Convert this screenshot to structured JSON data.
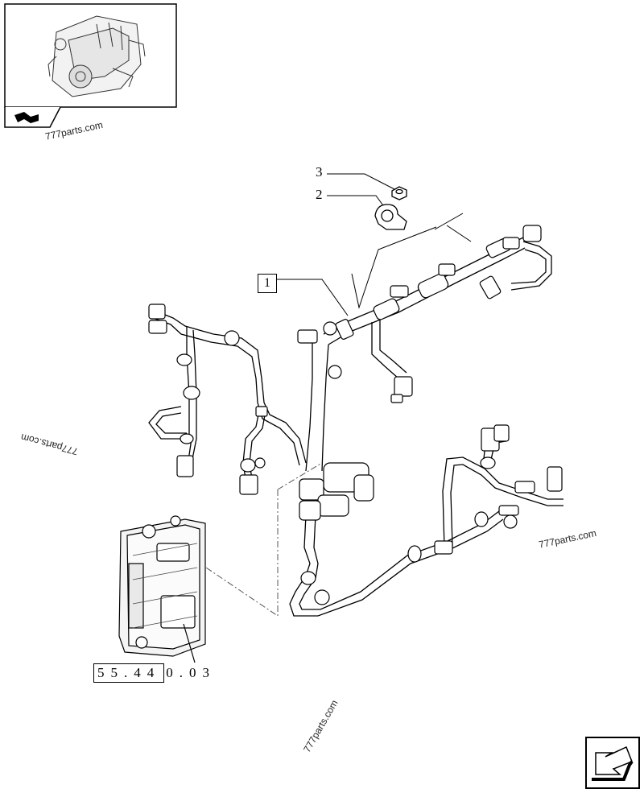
{
  "callouts": {
    "item1": "1",
    "item2": "2",
    "item3": "3"
  },
  "reference": {
    "boxed": "55.44",
    "rest": "0.03"
  },
  "watermarks": [
    "777parts.com",
    "777parts.com",
    "777parts.com",
    "777parts.com"
  ],
  "icons": {
    "thumbnail": "engine-thumbnail-icon",
    "flag": "section-flag-icon",
    "next": "next-page-arrow-icon"
  }
}
